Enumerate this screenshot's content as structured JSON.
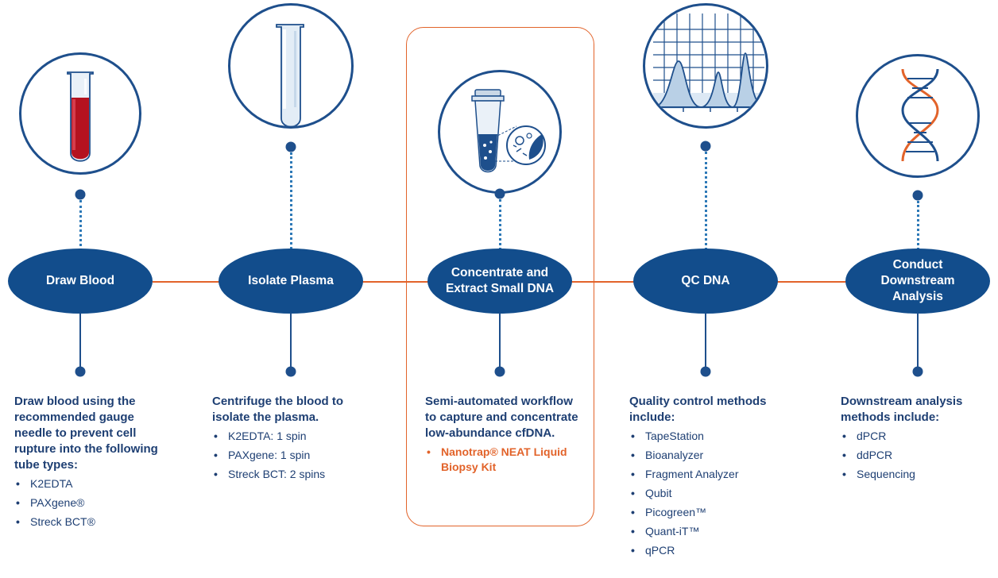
{
  "steps": [
    {
      "id": "draw-blood",
      "title": "Draw Blood",
      "icon": "blood-tube-icon",
      "desc_title": "Draw blood using the recommended gauge needle to prevent cell rupture into the following tube types:",
      "bullets": [
        "K2EDTA",
        "PAXgene®",
        "Streck BCT®"
      ]
    },
    {
      "id": "isolate-plasma",
      "title": "Isolate Plasma",
      "icon": "empty-tube-icon",
      "desc_title": "Centrifuge the blood to isolate the plasma.",
      "bullets": [
        "K2EDTA: 1 spin",
        "PAXgene: 1 spin",
        "Streck BCT: 2 spins"
      ]
    },
    {
      "id": "concentrate-extract",
      "title": "Concentrate and Extract Small DNA",
      "icon": "nanotrap-tube-icon",
      "desc_title": "Semi-automated workflow to capture and concentrate low-abundance cfDNA.",
      "bullets": [
        "Nanotrap® NEAT Liquid Biopsy Kit"
      ],
      "highlighted": true
    },
    {
      "id": "qc-dna",
      "title": "QC DNA",
      "icon": "electropherogram-icon",
      "desc_title": "Quality control methods include:",
      "bullets": [
        "TapeStation",
        "Bioanalyzer",
        "Fragment Analyzer",
        "Qubit",
        "Picogreen™",
        "Quant-iT™",
        "qPCR"
      ]
    },
    {
      "id": "downstream",
      "title": "Conduct Downstream Analysis",
      "icon": "dna-helix-icon",
      "desc_title": "Downstream analysis methods include:",
      "bullets": [
        "dPCR",
        "ddPCR",
        "Sequencing"
      ]
    }
  ],
  "colors": {
    "navy": "#124d8c",
    "text_navy": "#1e3f73",
    "orange": "#e2632a",
    "dotted_blue": "#2d79b7"
  }
}
